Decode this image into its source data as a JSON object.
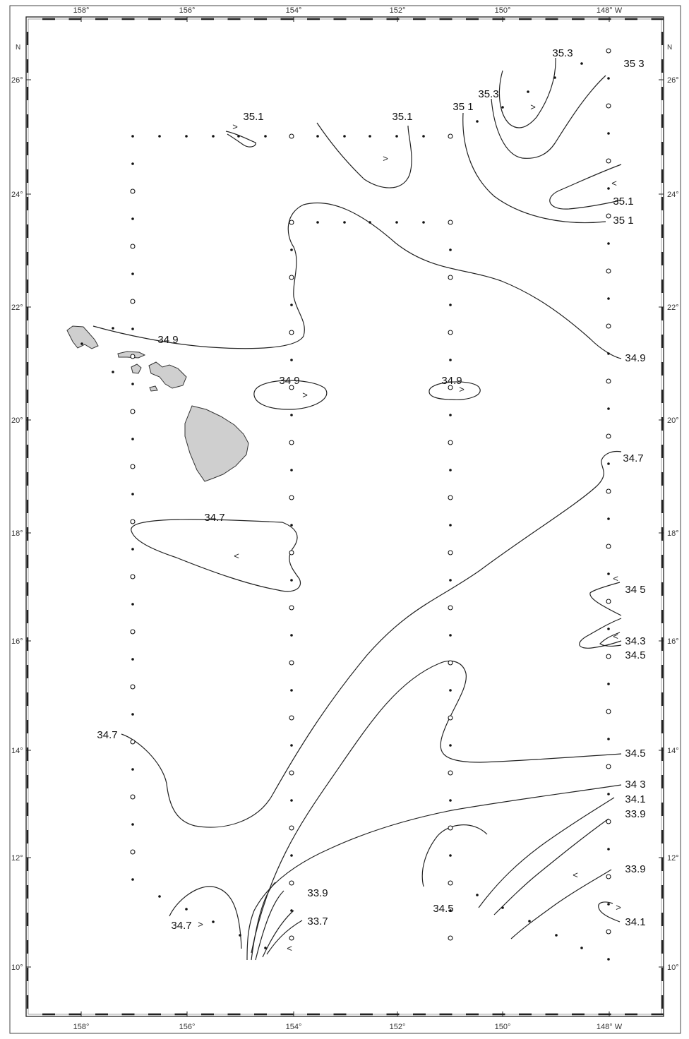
{
  "map": {
    "colors": {
      "line": "#222222",
      "land": "#cfcfcf",
      "background": "#ffffff"
    },
    "lon_ticks": [
      "158°",
      "156°",
      "154°",
      "152°",
      "150°",
      "148°"
    ],
    "lat_ticks": [
      "26°",
      "24°",
      "22°",
      "20°",
      "18°",
      "16°",
      "14°",
      "12°",
      "10°"
    ],
    "west_label": "W",
    "north_label": "N",
    "contours": [
      {
        "label": "35.3"
      },
      {
        "label": "35 3"
      },
      {
        "label": "35.3"
      },
      {
        "label": "35 1"
      },
      {
        "label": "35.1"
      },
      {
        "label": "35 1"
      },
      {
        "label": "35.1"
      },
      {
        "label": "35.1"
      },
      {
        "label": "34 9"
      },
      {
        "label": "34.9"
      },
      {
        "label": "34 9"
      },
      {
        "label": "34.9"
      },
      {
        "label": "34.7"
      },
      {
        "label": "34.7"
      },
      {
        "label": "34.7"
      },
      {
        "label": "34.7"
      },
      {
        "label": "34 5"
      },
      {
        "label": "34.3"
      },
      {
        "label": "34.5"
      },
      {
        "label": "34.5"
      },
      {
        "label": "34 3"
      },
      {
        "label": "34.1"
      },
      {
        "label": "33.9"
      },
      {
        "label": "33.9"
      },
      {
        "label": "34.1"
      },
      {
        "label": "33.9"
      },
      {
        "label": "33.7"
      },
      {
        "label": "34.5"
      }
    ],
    "gradient_markers": [
      ">",
      ">",
      ">",
      "<",
      ">",
      ">",
      "<",
      "<",
      "<",
      "<",
      ">",
      "<",
      ">"
    ]
  }
}
